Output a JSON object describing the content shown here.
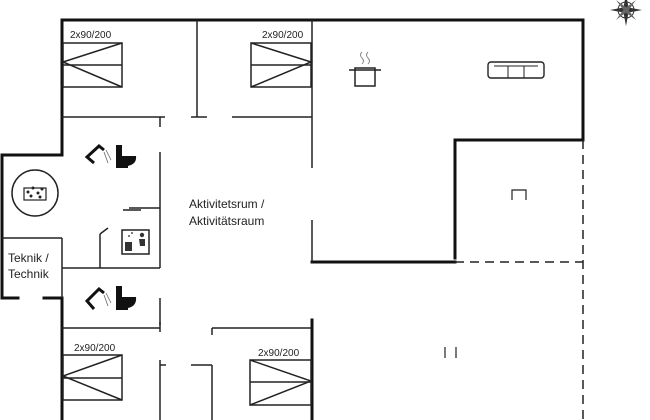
{
  "rooms": {
    "activity_room": {
      "line1": "Aktivitetsrum /",
      "line2": "Aktivitätsraum"
    },
    "technical_room": {
      "line1": "Teknik /",
      "line2": "Technik"
    }
  },
  "beds": [
    {
      "label": "2x90/200"
    },
    {
      "label": "2x90/200"
    },
    {
      "label": "2x90/200"
    },
    {
      "label": "2x90/200"
    }
  ],
  "icons": [
    "compass-icon",
    "hot-tub-icon",
    "shower-icon",
    "toilet-icon",
    "sauna-icon",
    "stove-pot-icon",
    "sofa-icon"
  ]
}
